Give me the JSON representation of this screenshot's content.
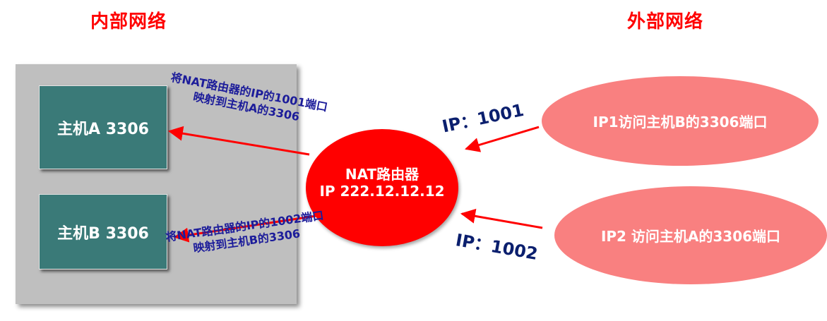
{
  "headings": {
    "internal": "内部网络",
    "external": "外部网络"
  },
  "hosts": {
    "a": "主机A 3306",
    "b": "主机B 3306"
  },
  "router": {
    "name": "NAT路由器",
    "ip": "IP 222.12.12.12"
  },
  "external_clients": {
    "ip1": "IP1访问主机B的3306端口",
    "ip2": "IP2 访问主机A的3306端口"
  },
  "port_labels": {
    "p1001": "IP：1001",
    "p1002": "IP：1002"
  },
  "mapping_notes": {
    "a_line1": "将NAT路由器的IP的1001端口",
    "a_line2": "映射到主机A的3306",
    "b_line1": "将NAT路由器的IP的1002端口",
    "b_line2": "映射到主机B的3306"
  },
  "colors": {
    "heading": "#ff0000",
    "panel": "#bfbfbf",
    "host": "#3a7a78",
    "router": "#ff0000",
    "external": "#f98080",
    "arrow": "#ff0000",
    "ip_label": "#0b1f6e",
    "mapping_note": "#1c1c9a"
  }
}
